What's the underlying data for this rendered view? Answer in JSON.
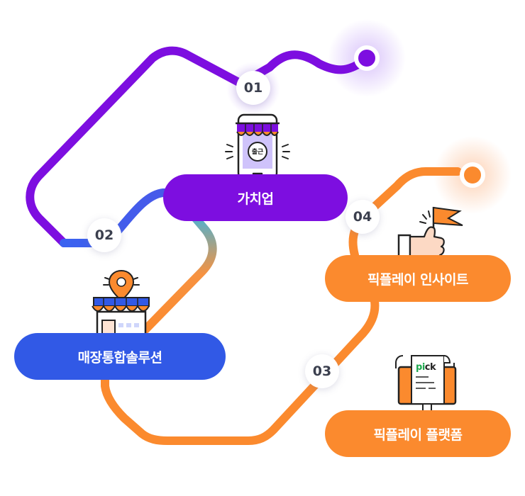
{
  "steps": [
    {
      "number": "01",
      "label": "가치업",
      "color": "#7d0ee0"
    },
    {
      "number": "02",
      "label": "매장통합솔루션",
      "color": "#3159e6"
    },
    {
      "number": "03",
      "label": "픽플레이 플랫폼",
      "color": "#fb8a2e"
    },
    {
      "number": "04",
      "label": "픽플레이 인사이트",
      "color": "#fb8a2e"
    }
  ],
  "icons": {
    "phone_badge": "출근",
    "monitor_brand_p": "p",
    "monitor_brand_i": "i",
    "monitor_brand_ck": "ck"
  },
  "colors": {
    "purple": "#7d0ee0",
    "blue": "#3159e6",
    "orange": "#fb8a2e",
    "cyan": "#33b7e8"
  }
}
